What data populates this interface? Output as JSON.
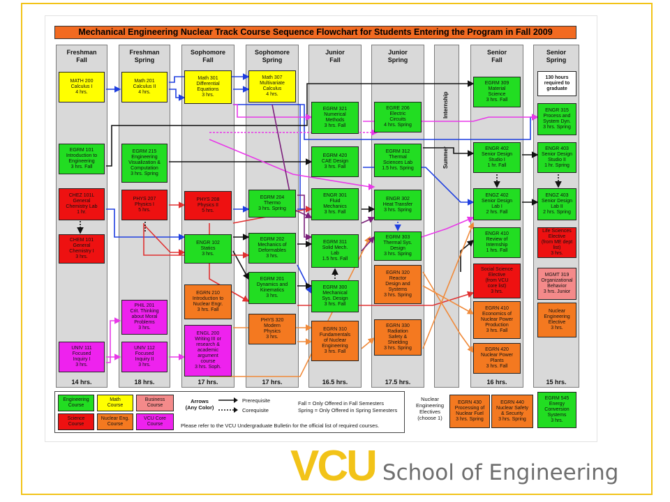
{
  "title": "Mechanical Engineering Nuclear Track Course Sequence Flowchart for Students Entering the Program in Fall 2009",
  "columns": [
    {
      "head": "Freshman\nFall",
      "foot": "14 hrs."
    },
    {
      "head": "Freshman\nSpring",
      "foot": "18 hrs."
    },
    {
      "head": "Sophomore\nFall",
      "foot": "17 hrs."
    },
    {
      "head": "Sophomore\nSpring",
      "foot": "17 hrs."
    },
    {
      "head": "Junior\nFall",
      "foot": "16.5 hrs."
    },
    {
      "head": "Junior\nSpring",
      "foot": "17.5 hrs."
    },
    {
      "head": "",
      "foot": ""
    },
    {
      "head": "Senior\nFall",
      "foot": "16 hrs."
    },
    {
      "head": "Senior\nSpring",
      "foot": "15 hrs."
    }
  ],
  "summer_labels": {
    "internship": "Internship",
    "summer": "Summer"
  },
  "courses": {
    "math200": "MATH 200\nCalculus I\n4 hrs.",
    "egrm101": "EGRM 101\nIntroduction to\nEngineering\n3 hrs. Fall",
    "chez101": "CHEZ 101L\nGeneral\nChemistry Lab\n1 hr.",
    "chem101": "CHEM 101\nGeneral\nChemistry I\n3 hrs.",
    "univ111": "UNIV 111\nFocused\nInquiry I\n3 hrs.",
    "math201": "Math 201\nCalculus II\n4 hrs.",
    "egrm215": "EGRM 215\nEngineering\nVisualization &\nComputation\n3 hrs. Spring",
    "phys207": "PHYS 207\nPhysics I\n5 hrs.",
    "phil201": "PHIL 201\nCrit. Thinking\nabout Moral\nProblems\n3 hrs.",
    "univ112": "UNIV 112\nFocused\nInquiry II\n3 hrs.",
    "math301": "Math 301\nDifferential\nEquations\n3 hrs.",
    "phys208": "PHYS 208\nPhysics II\n5 hrs.",
    "engr102": "ENGR 102\nStatics\n3 hrs.",
    "egrn210": "EGRN 210\nIntroduction to\nNuclear Engr.\n3 hrs. Fall",
    "engl200": "ENGL 200\nWriting III or\nresearch &\nacademic\nargument\ncourse\n3 hrs. Soph.",
    "math307": "Math 307\nMultivariate\nCalculus\n4 hrs.",
    "egrm204": "EGRM 204\nThermo\n3 hrs. Spring",
    "egrm202": "EGRM 202\nMechanics of\nDeformables\n3 hrs.",
    "egrm201": "EGRM 201\nDynamics and\nKinematics\n3 hrs.",
    "phys320": "PHYS 320\nModern\nPhysics\n3 hrs.",
    "egrm321": "EGRM 321\nNumerical\nMethods\n3 hrs. Fall",
    "egrm420": "EGRM 420\nCAE Design\n3 hrs. Fall",
    "engr301": "ENGR 301\nFluid\nMechanics\n3 hrs. Fall",
    "egrm311": "EGRM 311\nSolid Mech.\nLab\n1.5 hrs. Fall",
    "egrm300": "EGRM 300\nMechanical\nSys. Design\n3 hrs. Fall",
    "egrn310": "EGRN 310\nFundamentals\nof Nuclear\nEngineering\n3 hrs. Fall",
    "egre206": "EGRE 206\nElectric\nCircuits\n4 hrs. Spring",
    "egrm312": "EGRM 312\nThermal\nSciences Lab\n1.5 hrs. Spring",
    "engr302": "ENGR 302\nHeat Transfer\n3 hrs. Spring",
    "egrm303": "EGRM 303\nThermal Sys.\nDesign\n3 hrs. Spring",
    "egrn320": "EGRN 320\nReactor\nDesign and\nSystems\n3 hrs. Spring",
    "egrn330": "EGRN 330\nRadiation\nSafety &\nShielding\n3 hrs. Spring",
    "egrm309": "EGRM 309\nMaterial\nScience\n3 hrs. Fall",
    "engr402": "ENGR 402\nSenior Design\nStudio I\n1 hr. Fall",
    "engz402": "ENGZ 402\nSenior Design\nLab I\n2 hrs. Fall",
    "engr410": "ENGR 410\nReview of\nInternship\n1 hrs. Fall",
    "socsci": "Social Science\nElective\n(from VCU\ncore list)\n3 hrs.",
    "egrn410": "EGRN 410\nEconomics of\nNuclear Power\nProduction\n3 hrs. Fall",
    "egrn420": "EGRN 420\nNuclear Power\nPlants\n3 hrs. Fall",
    "hours130": "130 hours\nrequired to\ngraduate",
    "engr315": "ENGR 315\nProcess and\nSystem Dyn.\n3 hrs. Spring",
    "engr403": "ENGR 403\nSenior Design\nStudio II\n1 hr. Spring",
    "engz403": "ENGZ 403\nSenior Design\nLab II\n2 hrs. Spring",
    "lifesci": "Life Sciences\nElective\n(from ME dept\nlist)\n3 hrs.",
    "mgmt319": "MGMT 319\nOrganizational\nBehavior\n3 hrs. Junior",
    "nucelec": "Nuclear\nEngineering\nElective\n3 hrs."
  },
  "legend": {
    "engineering": "Engineering\nCourse",
    "math": "Math\nCourse",
    "business": "Business\nCourse",
    "science": "Science\nCourse",
    "nuclear": "Nuclear Eng.\nCourse",
    "vcucore": "VCU Core\nCourse",
    "arrows_title": "Arrows\n(Any Color)",
    "prereq": "Prerequisite",
    "coreq": "Corequisite",
    "fall_note": "Fall = Only Offered in Fall Semesters",
    "spring_note": "Spring = Only Offered in Spring Semesters",
    "bulletin_note": "Please refer to the VCU Undergraduate Bulletin for the official list of required courses.",
    "electives_label": "Nuclear\nEngineering\nElectives\n(choose 1)",
    "egrn430": "EGRN 430\nProcessing of\nNuclear Fuel\n3 hrs. Spring",
    "egrn440": "EGRN 440\nNuclear Safety\n& Security\n3 hrs. Spring",
    "egrm545": "EGRM 545\nEnergy\nConversion\nSystems\n3 hrs."
  },
  "logo": {
    "mark": "VCU",
    "text": "School of Engineering"
  },
  "colors": {
    "engineering": "#22dd22",
    "math": "#ffff00",
    "science": "#ee1111",
    "nuclear": "#f47920",
    "vcucore": "#ee22ee",
    "business": "#f48a8a",
    "title": "#f26a21",
    "brand": "#f2c318"
  }
}
